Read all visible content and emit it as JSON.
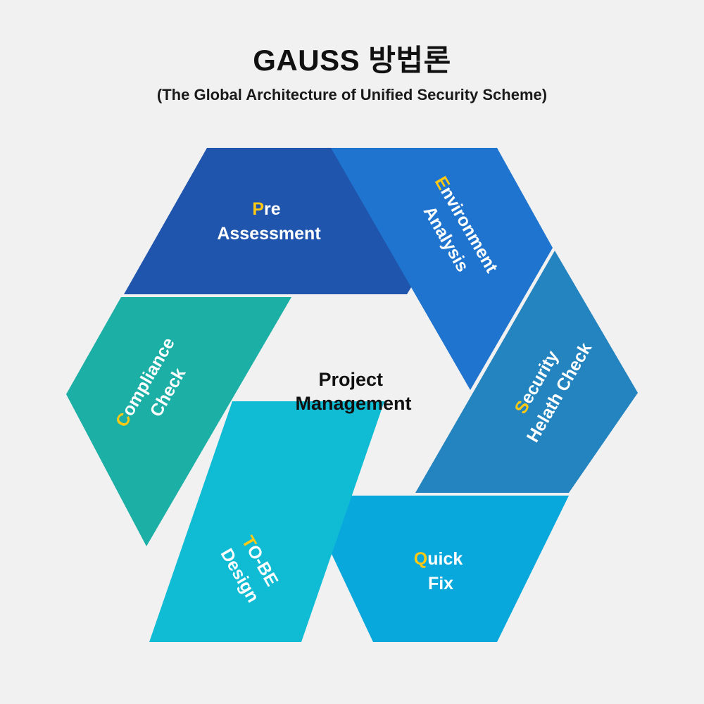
{
  "header": {
    "title": "GAUSS 방법론",
    "subtitle": "(The Global Architecture of Unified Security Scheme)"
  },
  "center": {
    "line1": "Project",
    "line2": "Management"
  },
  "colors": {
    "background": "#f1f1f1",
    "accent_letter": "#ffc914",
    "label_text": "#ffffff",
    "center_text": "#111111",
    "gap": "#f1f1f1"
  },
  "segments": [
    {
      "id": "pre-assessment",
      "accent": "P",
      "rest": "re",
      "line1": "Pre",
      "line2": "Assessment",
      "color": "#1f55ad",
      "rotation": 0
    },
    {
      "id": "environment-analysis",
      "accent": "E",
      "rest": "nvironment",
      "line1": "Environment",
      "line2": "Analysis",
      "color": "#1e74ce",
      "rotation": 60
    },
    {
      "id": "security-helath-check",
      "accent": "S",
      "rest": "ecurity",
      "line1": "Security",
      "line2": "Helath Check",
      "color": "#2384c0",
      "rotation": -60
    },
    {
      "id": "quick-fix",
      "accent": "Q",
      "rest": "uick",
      "line1": "Quick",
      "line2": "Fix",
      "color": "#09a8dc",
      "rotation": 0
    },
    {
      "id": "to-be-design",
      "accent": "T",
      "rest": "O-BE",
      "line1": "TO-BE",
      "line2": "Design",
      "color": "#10bcd4",
      "rotation": 60
    },
    {
      "id": "compliance-check",
      "accent": "C",
      "rest": "ompliance",
      "line1": "Compliance",
      "line2": "Check",
      "color": "#1bafa5",
      "rotation": -60
    }
  ]
}
